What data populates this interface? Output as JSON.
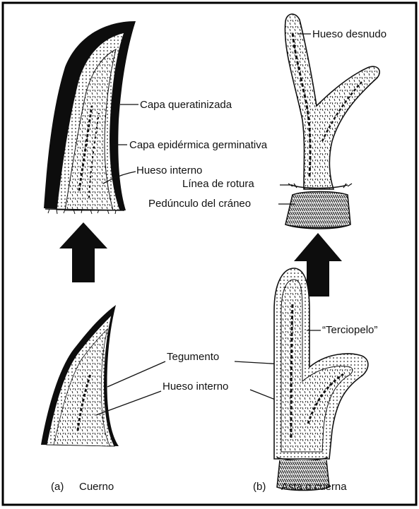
{
  "figure": {
    "panel_a": {
      "caption_letter": "(a)",
      "caption_name": "Cuerno",
      "labels": {
        "keratin_layer": "Capa queratinizada",
        "germinative_layer": "Capa epidérmica germinativa",
        "inner_bone_top": "Hueso interno",
        "integument": "Tegumento",
        "inner_bone_bottom": "Hueso interno"
      }
    },
    "panel_b": {
      "caption_letter": "(b)",
      "caption_name": "Asta o cuerna",
      "labels": {
        "bare_bone": "Hueso desnudo",
        "break_line": "Línea de rotura",
        "skull_pedicle": "Pedúnculo del cráneo",
        "velvet": "“Terciopelo”"
      }
    }
  },
  "colors": {
    "ink": "#111111",
    "paper": "#ffffff",
    "frame": "#000000"
  }
}
